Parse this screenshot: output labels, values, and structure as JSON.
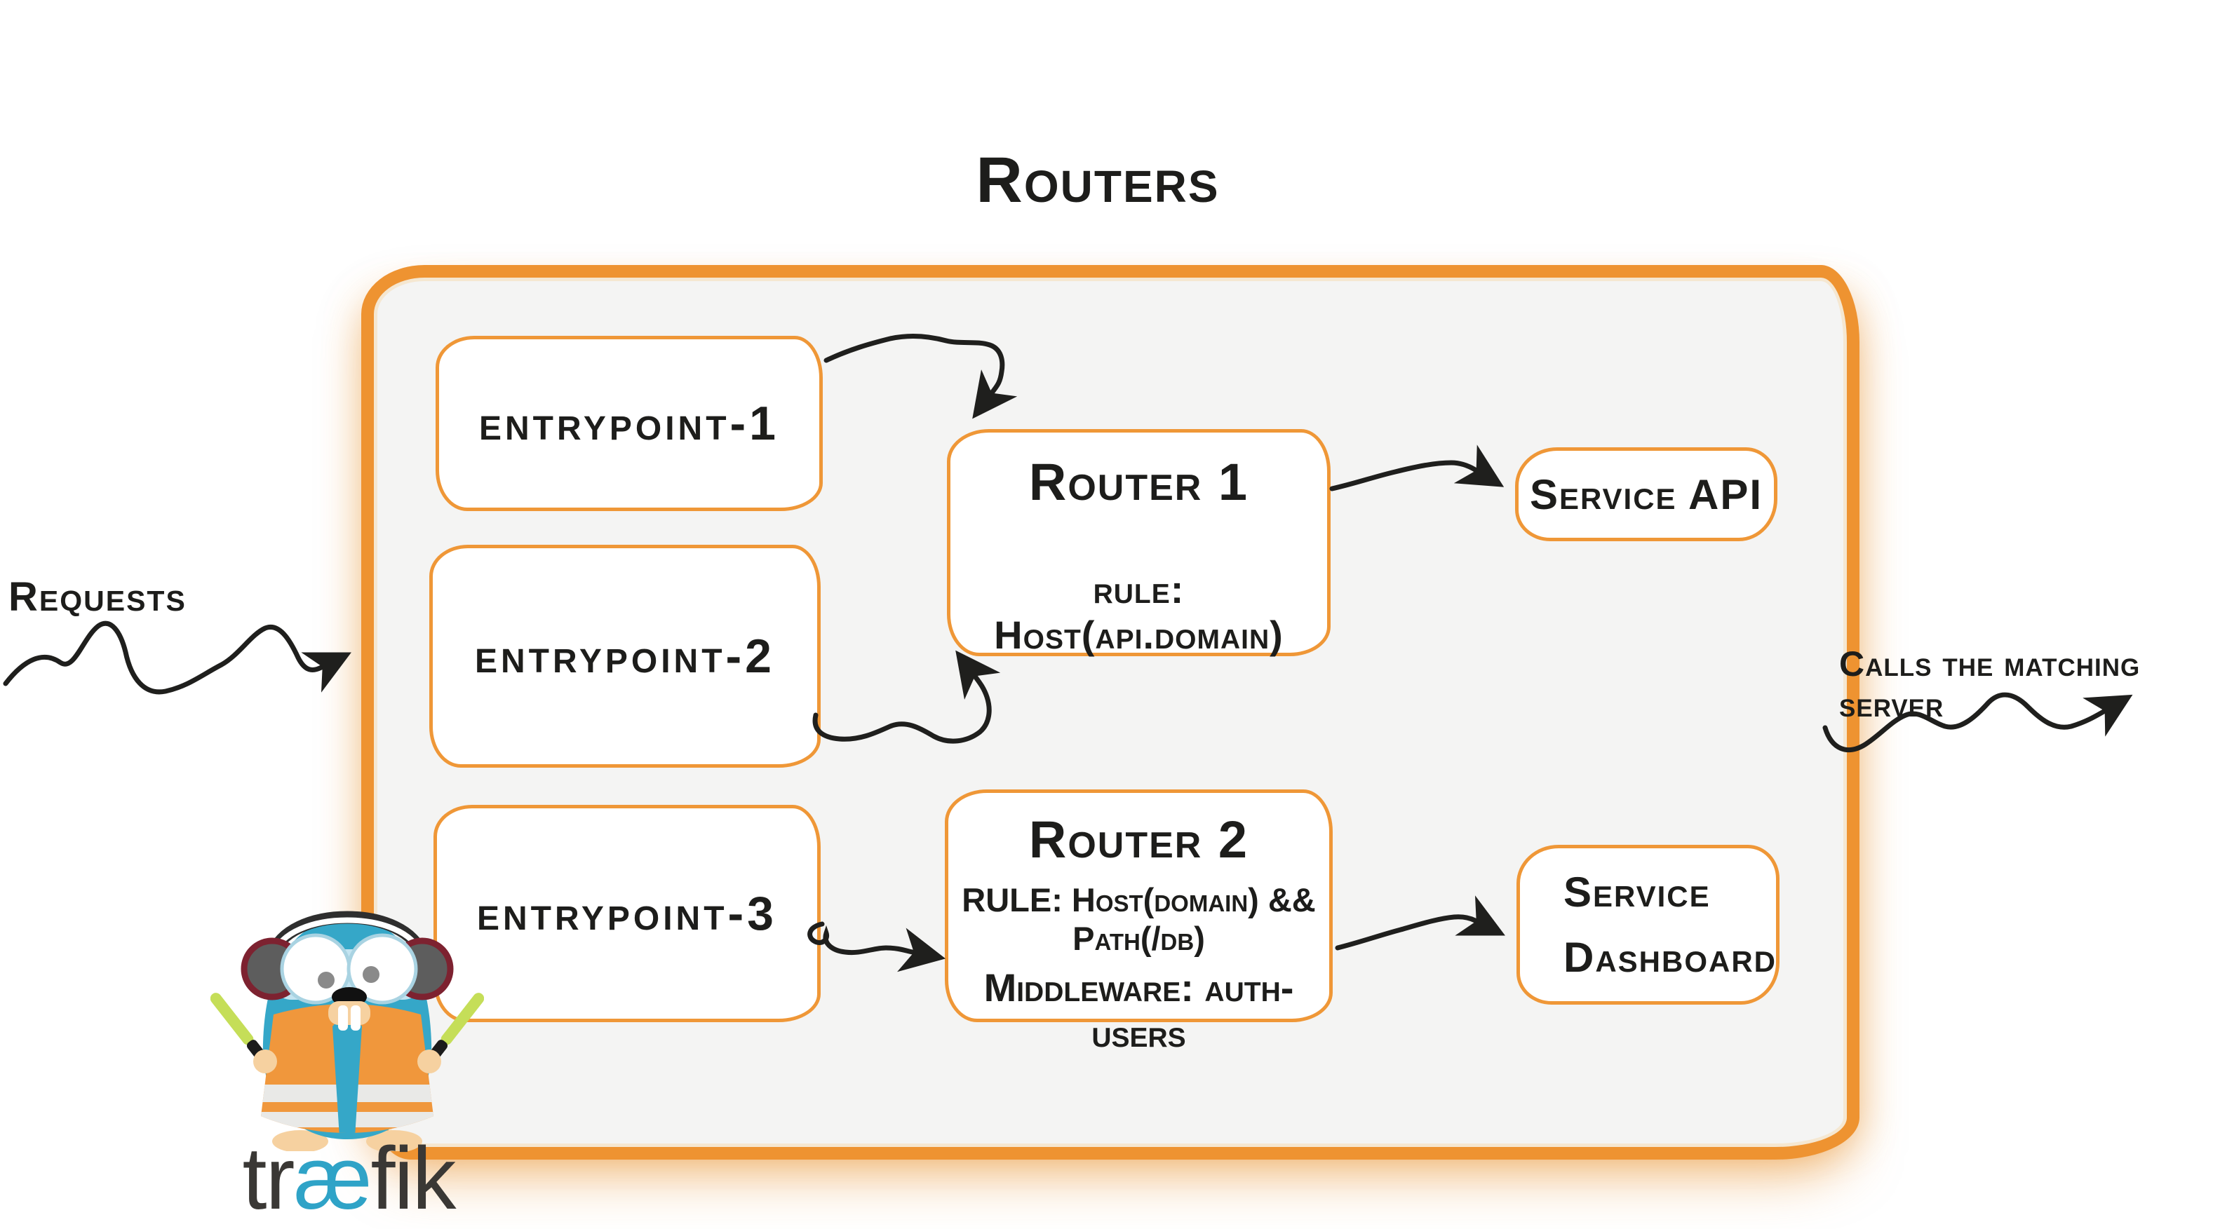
{
  "title": "Routers",
  "entrypoints": [
    "entrypoint-1",
    "entrypoint-2",
    "entrypoint-3"
  ],
  "routers": [
    {
      "name": "Router 1",
      "rule": "rule: Host(api.domain)"
    },
    {
      "name": "Router 2",
      "rule": "RULE: Host(domain) && Path(/db)",
      "middleware": "Middleware: auth-users"
    }
  ],
  "services": [
    "Service API",
    "Service Dashboard"
  ],
  "labels": {
    "incoming": "Requests",
    "outgoing": "Calls the matching server"
  },
  "logo": {
    "pre": "tr",
    "ligature": "æ",
    "post": "fik"
  },
  "colors": {
    "brush_orange": "#ee9331",
    "box_border_orange": "#ef9737",
    "container_fill": "#f4f4f3",
    "ink": "#1f1f1d",
    "gopher_teal": "#35a7c8",
    "wordmark_charcoal": "#3a3835",
    "vest_orange": "#f0973c",
    "stick_green": "#c5de58"
  }
}
